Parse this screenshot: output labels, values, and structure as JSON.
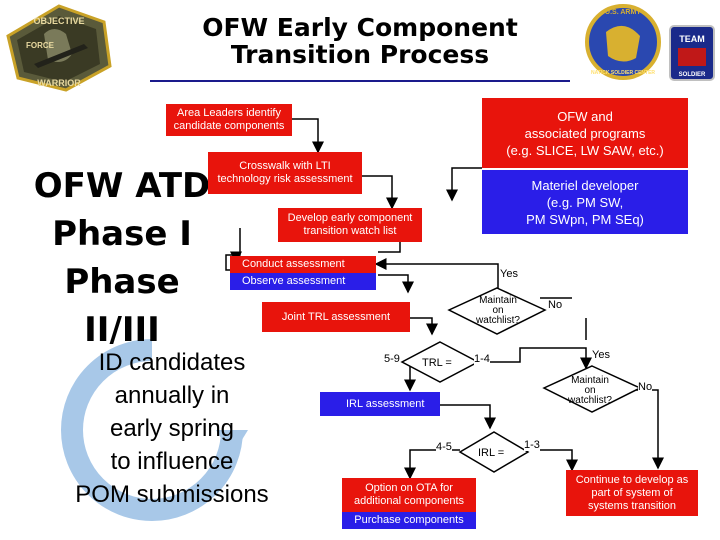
{
  "header": {
    "title_line1": "OFW Early Component",
    "title_line2": "Transition Process",
    "logo_left_text": [
      "OBJECTIVE",
      "FORCE",
      "WARRIOR"
    ],
    "logo_right_text": [
      "U.S. ARMY",
      "NATICK SOLDIER CENTER",
      "TEAM",
      "SOLDIER"
    ]
  },
  "side": {
    "line1": "OFW ATD",
    "line2": "Phase I",
    "line3": "Phase II/III"
  },
  "annual": {
    "line1": "ID candidates",
    "line2": "annually in",
    "line3": "early spring",
    "line4": "to influence",
    "line5": "POM submissions"
  },
  "boxes": {
    "area_leaders": [
      "Area Leaders identify",
      "candidate components"
    ],
    "ofw_programs": [
      "OFW and",
      "associated programs",
      "(e.g. SLICE, LW SAW, etc.)"
    ],
    "crosswalk": [
      "Crosswalk with LTI",
      "technology risk assessment"
    ],
    "materiel": [
      "Materiel developer",
      "(e.g. PM SW,",
      "PM SWpn, PM SEq)"
    ],
    "develop": [
      "Develop early component",
      "transition watch list"
    ],
    "conduct": "Conduct assessment",
    "observe": "Observe assessment",
    "joint_trl": "Joint TRL assessment",
    "irl_assessment": "IRL assessment",
    "option_ota": [
      "Option on OTA for",
      "additional components"
    ],
    "purchase": "Purchase components",
    "continue": [
      "Continue to develop as",
      "part of system of",
      "systems transition"
    ]
  },
  "decisions": {
    "maintain1": [
      "Maintain",
      "on",
      "watchlist?"
    ],
    "maintain2": [
      "Maintain",
      "on",
      "watchlist?"
    ],
    "trl": "TRL =",
    "irl": "IRL ="
  },
  "labels": {
    "yes1": "Yes",
    "no1": "No",
    "trl_high": "5-9",
    "trl_low": "1-4",
    "yes2": "Yes",
    "no2": "No",
    "irl_high": "4-5",
    "irl_low": "1-3"
  },
  "colors": {
    "red": "#e8140c",
    "blue": "#2a1ee8",
    "cycle_arrow": "#a8c8e8"
  }
}
